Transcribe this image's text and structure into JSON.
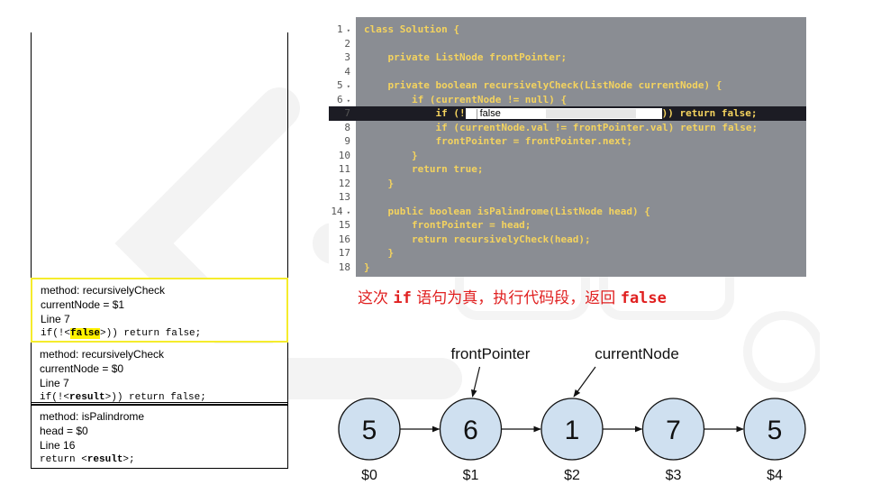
{
  "stack": {
    "frames": [
      {
        "method": "method: recursivelyCheck",
        "var": "currentNode  = $1",
        "line": "Line 7",
        "code_pre": "if(!<",
        "code_hl": "false",
        "code_post": ">)) return false;"
      },
      {
        "method": "method: recursivelyCheck",
        "var": "currentNode  = $0",
        "line": "Line 7",
        "code_pre": "if(!<",
        "code_bold": "result",
        "code_post": ">)) return false;"
      },
      {
        "method": "method: isPalindrome",
        "var": "head = $0",
        "line": "Line 16",
        "code_pre": "return <",
        "code_bold": "result",
        "code_post": ">;"
      }
    ]
  },
  "code": {
    "lines": [
      {
        "n": "1",
        "text": "class Solution {"
      },
      {
        "n": "2",
        "text": ""
      },
      {
        "n": "3",
        "text": "    private ListNode frontPointer;"
      },
      {
        "n": "4",
        "text": ""
      },
      {
        "n": "5",
        "text": "    private boolean recursivelyCheck(ListNode currentNode) {"
      },
      {
        "n": "6",
        "text": "        if (currentNode != null) {"
      },
      {
        "n": "7",
        "pre": "            if (!",
        "inline_value": "false",
        "post": ")) return false;"
      },
      {
        "n": "8",
        "text": "            if (currentNode.val != frontPointer.val) return false;"
      },
      {
        "n": "9",
        "text": "            frontPointer = frontPointer.next;"
      },
      {
        "n": "10",
        "text": "        }"
      },
      {
        "n": "11",
        "text": "        return true;"
      },
      {
        "n": "12",
        "text": "    }"
      },
      {
        "n": "13",
        "text": ""
      },
      {
        "n": "14",
        "text": "    public boolean isPalindrome(ListNode head) {"
      },
      {
        "n": "15",
        "text": "        frontPointer = head;"
      },
      {
        "n": "16",
        "text": "        return recursivelyCheck(head);"
      },
      {
        "n": "17",
        "text": "    }"
      },
      {
        "n": "18",
        "text": "}"
      }
    ],
    "fold_marker": "▾",
    "fold_lines": [
      "1",
      "5",
      "6",
      "14"
    ],
    "active_line": "7"
  },
  "caption": {
    "pre": "这次 ",
    "keyword": "if",
    "mid": " 语句为真，执行代码段，返回 ",
    "value": "false"
  },
  "list": {
    "nodes": [
      {
        "value": "5",
        "address": "$0"
      },
      {
        "value": "6",
        "address": "$1"
      },
      {
        "value": "1",
        "address": "$2"
      },
      {
        "value": "7",
        "address": "$3"
      },
      {
        "value": "5",
        "address": "$4"
      }
    ],
    "pointers": [
      {
        "label": "frontPointer",
        "target_index": 1
      },
      {
        "label": "currentNode",
        "target_index": 2
      }
    ]
  },
  "colors": {
    "node_fill": "#cfe0f0",
    "frame_highlight": "#f5ec2c",
    "caption": "#e02020",
    "code_bg": "#8a8d93",
    "active_line_bg": "#1c1c24"
  }
}
